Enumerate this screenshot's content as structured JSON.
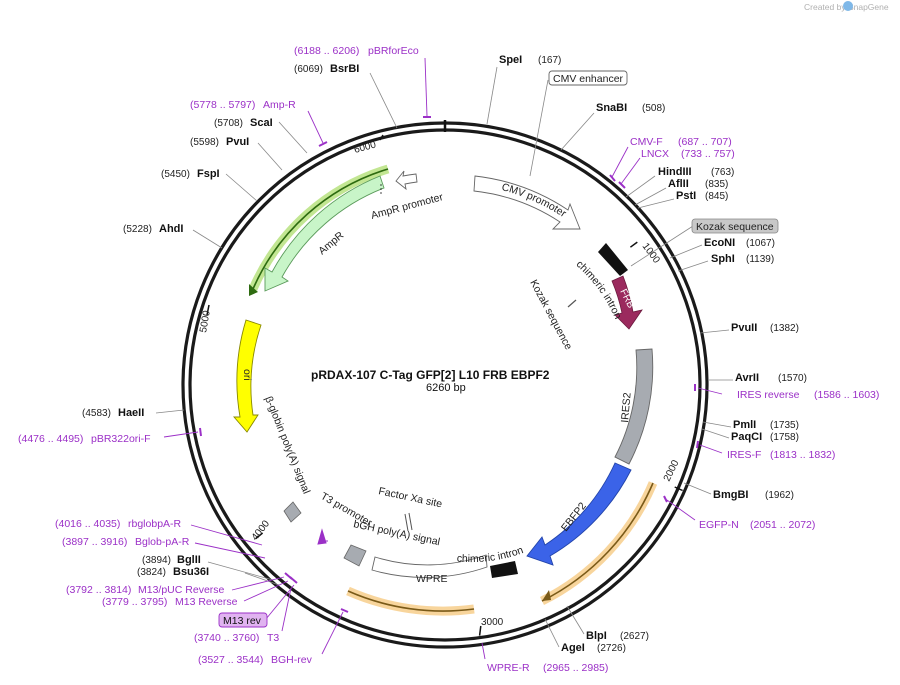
{
  "credit": "Created by SnapGene",
  "plasmid": {
    "name": "pRDAX-107    C-Tag GFP[2] L10 FRB EBPF2",
    "size": "6260 bp"
  },
  "ruler": [
    "1000",
    "2000",
    "3000",
    "4000",
    "5000",
    "6000"
  ],
  "enzymes": [
    {
      "name": "SpeI",
      "pos": "(167)"
    },
    {
      "name": "SnaBI",
      "pos": "(508)"
    },
    {
      "name": "HindIII",
      "pos": "(763)"
    },
    {
      "name": "AflII",
      "pos": "(835)"
    },
    {
      "name": "PstI",
      "pos": "(845)"
    },
    {
      "name": "EcoNI",
      "pos": "(1067)"
    },
    {
      "name": "SphI",
      "pos": "(1139)"
    },
    {
      "name": "PvuII",
      "pos": "(1382)"
    },
    {
      "name": "AvrII",
      "pos": "(1570)"
    },
    {
      "name": "PmlI",
      "pos": "(1735)"
    },
    {
      "name": "PaqCI",
      "pos": "(1758)"
    },
    {
      "name": "BmgBI",
      "pos": "(1962)"
    },
    {
      "name": "BlpI",
      "pos": "(2627)"
    },
    {
      "name": "AgeI",
      "pos": "(2726)"
    },
    {
      "name": "BglII",
      "pos": "(3894)"
    },
    {
      "name": "Bsu36I",
      "pos": "(3824)"
    },
    {
      "name": "HaeII",
      "pos": "(4583)"
    },
    {
      "name": "AhdI",
      "pos": "(5228)"
    },
    {
      "name": "FspI",
      "pos": "(5450)"
    },
    {
      "name": "PvuI",
      "pos": "(5598)"
    },
    {
      "name": "ScaI",
      "pos": "(5708)"
    },
    {
      "name": "BsrBI",
      "pos": "(6069)"
    }
  ],
  "primers": [
    {
      "name": "pBRforEco",
      "range": "(6188 .. 6206)"
    },
    {
      "name": "Amp-R",
      "range": "(5778 .. 5797)"
    },
    {
      "name": "CMV-F",
      "range": "(687 .. 707)"
    },
    {
      "name": "LNCX",
      "range": "(733 .. 757)"
    },
    {
      "name": "IRES reverse",
      "range": "(1586 .. 1603)"
    },
    {
      "name": "IRES-F",
      "range": "(1813 .. 1832)"
    },
    {
      "name": "EGFP-N",
      "range": "(2051 .. 2072)"
    },
    {
      "name": "WPRE-R",
      "range": "(2965 .. 2985)"
    },
    {
      "name": "pBR322ori-F",
      "range": "(4476 .. 4495)"
    },
    {
      "name": "rbglobpA-R",
      "range": "(4016 .. 4035)"
    },
    {
      "name": "Bglob-pA-R",
      "range": "(3897 .. 3916)"
    },
    {
      "name": "M13/pUC Reverse",
      "range": "(3792 .. 3814)"
    },
    {
      "name": "M13 Reverse",
      "range": "(3779 .. 3795)"
    },
    {
      "name": "M13 rev",
      "range": "(3740 .. 3760)"
    },
    {
      "name": "T3",
      "range": ""
    },
    {
      "name": "BGH-rev",
      "range": "(3527 .. 3544)"
    }
  ],
  "boxed_features": {
    "cmv_enhancer": "CMV enhancer",
    "kozak": "Kozak sequence"
  },
  "features": {
    "cmv_promoter": "CMV promoter",
    "chimeric_intron_1": "chimeric intron",
    "frb": "FRB",
    "kozak": "Kozak sequence",
    "ires2": "IRES2",
    "ebfp2": "EBFP2",
    "chimeric_intron_2": "chimeric intron",
    "wpre": "WPRE",
    "bgh": "bGH poly(A) signal",
    "factor_xa": "Factor Xa site",
    "t3": "T3 promoter",
    "bglobin": "β-globin poly(A) signal",
    "ori": "ori",
    "ampr": "AmpR",
    "ampr_promoter": "AmpR promoter"
  },
  "colors": {
    "frb": "#9b2a5e",
    "ires2": "#a7abb1",
    "ebfp2": "#3b63e8",
    "ori": "#ffff00",
    "ampr": "#c8f5c8",
    "primer": "#9b30c7",
    "highlight_orange": "#f2b24a",
    "highlight_green": "#9ad64a"
  }
}
